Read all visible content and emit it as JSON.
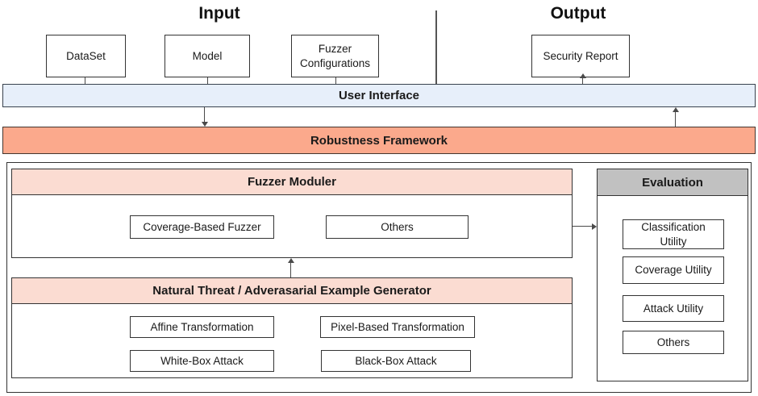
{
  "headings": {
    "input": "Input",
    "output": "Output"
  },
  "input_boxes": {
    "dataset": "DataSet",
    "model": "Model",
    "fuzzer_configurations": "Fuzzer Configurations"
  },
  "output_boxes": {
    "security_report": "Security Report"
  },
  "bars": {
    "user_interface": "User Interface",
    "robustness_framework": "Robustness Framework"
  },
  "fuzzer_moduler": {
    "title": "Fuzzer Moduler",
    "items": [
      "Coverage-Based Fuzzer",
      "Others"
    ]
  },
  "example_generator": {
    "title": "Natural Threat / Adverasarial Example Generator",
    "items": [
      "Affine Transformation",
      "Pixel-Based Transformation",
      "White-Box Attack",
      "Black-Box Attack"
    ]
  },
  "evaluation": {
    "title": "Evaluation",
    "items": [
      "Classification Utility",
      "Coverage Utility",
      "Attack Utility",
      "Others"
    ]
  },
  "colors": {
    "ui_bar_fill": "#e7effa",
    "framework_fill": "#fba98c",
    "section_header_pink": "#fbdcd2",
    "evaluation_header_gray": "#c1c1c1",
    "border_dark": "#333333",
    "arrow": "#4a4a4a"
  }
}
